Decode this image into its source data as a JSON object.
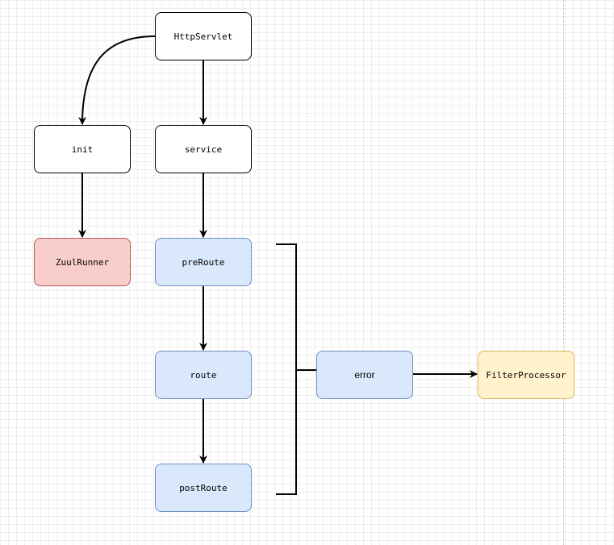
{
  "nodes": {
    "httpservlet": "HttpServlet",
    "init": "init",
    "service": "service",
    "zuulrunner": "ZuulRunner",
    "preroute": "preRoute",
    "route": "route",
    "postroute": "postRoute",
    "error": "error",
    "filterprocessor": "FilterProcessor"
  },
  "colors": {
    "default_fill": "#ffffff",
    "default_stroke": "#000000",
    "red_fill": "#f8cecc",
    "red_stroke": "#b85450",
    "blue_fill": "#dae8fc",
    "blue_stroke": "#6c8ebf",
    "yellow_fill": "#fff2cc",
    "yellow_stroke": "#d6b656",
    "edge": "#000000"
  }
}
